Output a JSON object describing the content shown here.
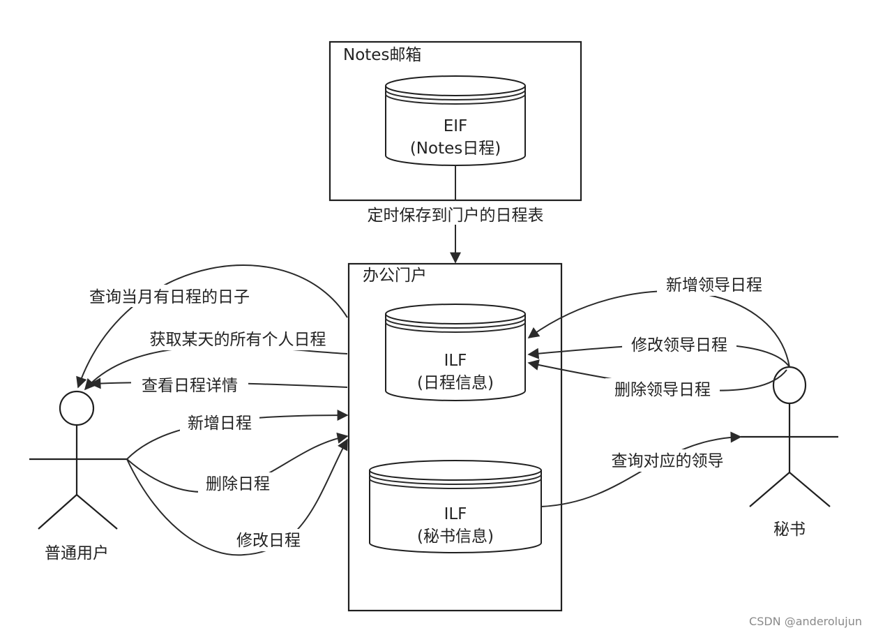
{
  "containers": {
    "notes_mailbox": "Notes邮箱",
    "office_portal": "办公门户"
  },
  "databases": {
    "eif": {
      "line1": "EIF",
      "line2": "(Notes日程)"
    },
    "ilf_schedule": {
      "line1": "ILF",
      "line2": "(日程信息)"
    },
    "ilf_secretary": {
      "line1": "ILF",
      "line2": "(秘书信息)"
    }
  },
  "actors": {
    "user": "普通用户",
    "secretary": "秘书"
  },
  "edges": {
    "save_to_portal": "定时保存到门户的日程表",
    "query_month_days": "查询当月有日程的日子",
    "get_day_all": "获取某天的所有个人日程",
    "view_detail": "查看日程详情",
    "add_schedule": "新增日程",
    "delete_schedule": "删除日程",
    "modify_schedule": "修改日程",
    "add_leader": "新增领导日程",
    "modify_leader": "修改领导日程",
    "delete_leader": "删除领导日程",
    "query_leader": "查询对应的领导"
  },
  "watermark": "CSDN @anderolujun"
}
